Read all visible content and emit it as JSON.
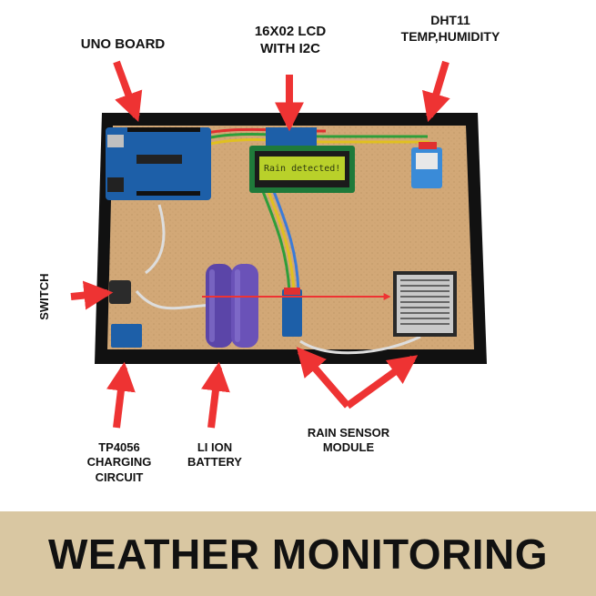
{
  "labels": {
    "uno_board": "UNO BOARD",
    "lcd": "16X02 LCD\nWITH I2C",
    "dht11": "DHT11\nTEMP,HUMIDITY",
    "switch": "SWITCH",
    "tp4056": "TP4056\nCHARGING\nCIRCUIT",
    "battery": "LI ION\nBATTERY",
    "rain_sensor": "RAIN SENSOR\nMODULE"
  },
  "lcd_display_text": "Rain detected!",
  "banner_title": "WEATHER MONITORING",
  "colors": {
    "arrow": "#ee3333",
    "board_frame": "#111111",
    "cork": "#d2a877",
    "banner": "#d9c7a2",
    "arduino": "#1d5fa8",
    "lcd_screen": "#b9d12a",
    "battery": "#5b45a8",
    "rain_plate": "#c9c9c9"
  }
}
